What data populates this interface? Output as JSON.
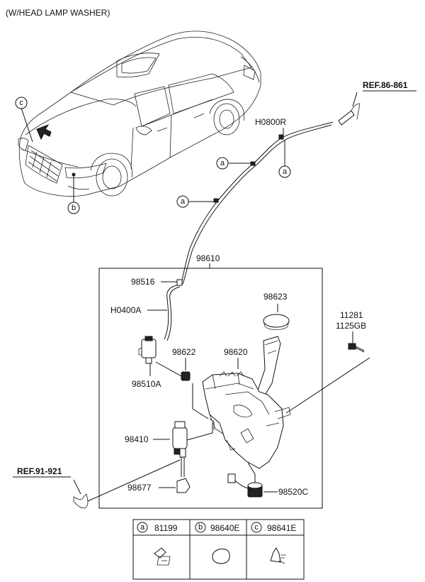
{
  "header": {
    "title": "(W/HEAD LAMP WASHER)"
  },
  "refs": {
    "upper": "REF.86-861",
    "lower": "REF.91-921"
  },
  "callouts": {
    "a": "a",
    "b": "b",
    "c": "c"
  },
  "parts": {
    "hose_upper": "H0800R",
    "assembly": "98610",
    "connector": "98516",
    "hose_lower": "H0400A",
    "cap": "98623",
    "bolt_1": "11281",
    "bolt_2": "1125GB",
    "grommet": "98622",
    "reservoir": "98620",
    "pump_headlamp": "98510A",
    "pump_main": "98410",
    "hose_joint": "98677",
    "level_sensor": "98520C"
  },
  "legend": [
    {
      "letter": "a",
      "part": "81199"
    },
    {
      "letter": "b",
      "part": "98640E"
    },
    {
      "letter": "c",
      "part": "98641E"
    }
  ]
}
